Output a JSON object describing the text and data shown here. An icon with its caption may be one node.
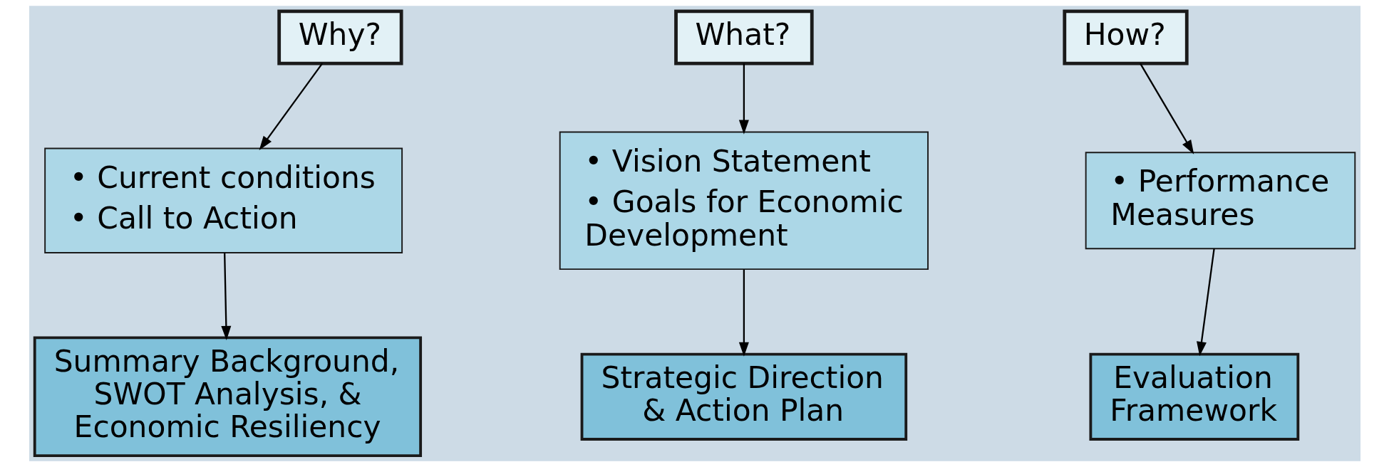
{
  "diagram": {
    "nodes": [
      {
        "text": [
          "Why?"
        ]
      },
      {
        "text": [
          "• Current conditions",
          "• Call to Action"
        ]
      },
      {
        "text": [
          "Summary Background, SWOT Analysis, & Economic Resiliency"
        ]
      },
      {
        "text": [
          "What?"
        ]
      },
      {
        "text": [
          "• Vision Statement",
          "• Goals for Economic Development"
        ]
      },
      {
        "text": [
          "Strategic Direction & Action Plan"
        ]
      },
      {
        "text": [
          "How?"
        ]
      },
      {
        "text": [
          "• Performance Measures"
        ]
      },
      {
        "text": [
          "Evaluation Framework"
        ]
      }
    ],
    "edges": [
      {
        "from": 0,
        "to": 1,
        "arrow": "to"
      },
      {
        "from": 1,
        "to": 2,
        "arrow": "to"
      },
      {
        "from": 3,
        "to": 4,
        "arrow": "to"
      },
      {
        "from": 4,
        "to": 5,
        "arrow": "to"
      },
      {
        "from": 6,
        "to": 7,
        "arrow": "to"
      },
      {
        "from": 7,
        "to": 8,
        "arrow": "to"
      }
    ]
  }
}
